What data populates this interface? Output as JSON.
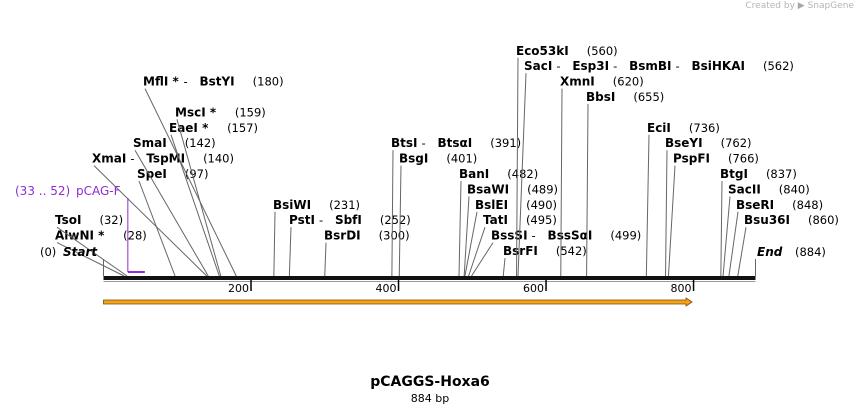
{
  "credit": {
    "text": "Created by",
    "brand": "SnapGene"
  },
  "plasmid": {
    "name": "pCAGGS-Hoxa6",
    "length_label": "884 bp",
    "length_bp": 884
  },
  "ends": [
    {
      "label": "Start",
      "number": "(0)",
      "pos": 0
    },
    {
      "label": "End",
      "number": "(884)",
      "pos": 884
    }
  ],
  "ticks": [
    {
      "label": "200",
      "pos": 200
    },
    {
      "label": "400",
      "pos": 400
    },
    {
      "label": "600",
      "pos": 600
    },
    {
      "label": "800",
      "pos": 800
    }
  ],
  "primer": {
    "label": "pCAG-F",
    "range": "(33 .. 52)",
    "start": 33,
    "end": 52,
    "color": "#8e2ed0"
  },
  "feature": {
    "start": 0,
    "end": 798,
    "color": "#f3a31b",
    "direction": "forward"
  },
  "sites": [
    {
      "names": [
        "AlwNI *"
      ],
      "number": "(28)",
      "pos": 28
    },
    {
      "names": [
        "TsoI"
      ],
      "number": "(32)",
      "pos": 32
    },
    {
      "names": [
        "SpeI"
      ],
      "number": "(97)",
      "pos": 97
    },
    {
      "names": [
        "XmaI",
        "TspMI"
      ],
      "number": "(140)",
      "pos": 140
    },
    {
      "names": [
        "SmaI"
      ],
      "number": "(142)",
      "pos": 142
    },
    {
      "names": [
        "EaeI *"
      ],
      "number": "(157)",
      "pos": 157
    },
    {
      "names": [
        "MscI *"
      ],
      "number": "(159)",
      "pos": 159
    },
    {
      "names": [
        "MflI *",
        "BstYI"
      ],
      "number": "(180)",
      "pos": 180
    },
    {
      "names": [
        "BsiWI"
      ],
      "number": "(231)",
      "pos": 231
    },
    {
      "names": [
        "PstI",
        "SbfI"
      ],
      "number": "(252)",
      "pos": 252
    },
    {
      "names": [
        "BsrDI"
      ],
      "number": "(300)",
      "pos": 300
    },
    {
      "names": [
        "BtsI",
        "BtsαI"
      ],
      "number": "(391)",
      "pos": 391
    },
    {
      "names": [
        "BsgI"
      ],
      "number": "(401)",
      "pos": 401
    },
    {
      "names": [
        "BanI"
      ],
      "number": "(482)",
      "pos": 482
    },
    {
      "names": [
        "BsaWI"
      ],
      "number": "(489)",
      "pos": 489
    },
    {
      "names": [
        "BslEI"
      ],
      "number": "(490)",
      "pos": 490
    },
    {
      "names": [
        "TatI"
      ],
      "number": "(495)",
      "pos": 495
    },
    {
      "names": [
        "BssSI",
        "BssSαI"
      ],
      "number": "(499)",
      "pos": 499
    },
    {
      "names": [
        "BsrFI"
      ],
      "number": "(542)",
      "pos": 542
    },
    {
      "names": [
        "Eco53kI"
      ],
      "number": "(560)",
      "pos": 560
    },
    {
      "names": [
        "SacI",
        "Esp3I",
        "BsmBI",
        "BsiHKAI"
      ],
      "number": "(562)",
      "pos": 562
    },
    {
      "names": [
        "XmnI"
      ],
      "number": "(620)",
      "pos": 620
    },
    {
      "names": [
        "BbsI"
      ],
      "number": "(655)",
      "pos": 655
    },
    {
      "names": [
        "EciI"
      ],
      "number": "(736)",
      "pos": 736
    },
    {
      "names": [
        "BseYI"
      ],
      "number": "(762)",
      "pos": 762
    },
    {
      "names": [
        "PspFI"
      ],
      "number": "(766)",
      "pos": 766
    },
    {
      "names": [
        "BtgI"
      ],
      "number": "(837)",
      "pos": 837
    },
    {
      "names": [
        "SacII"
      ],
      "number": "(840)",
      "pos": 840
    },
    {
      "names": [
        "BseRI"
      ],
      "number": "(848)",
      "pos": 848
    },
    {
      "names": [
        "Bsu36I"
      ],
      "number": "(860)",
      "pos": 860
    }
  ]
}
